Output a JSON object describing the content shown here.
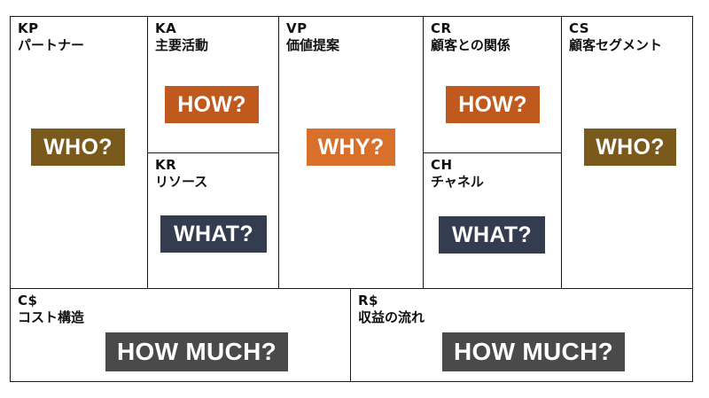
{
  "blocks": {
    "kp": {
      "code": "KP",
      "name": "パートナー",
      "tag": "WHO?"
    },
    "ka": {
      "code": "KA",
      "name": "主要活動",
      "tag": "HOW?"
    },
    "kr": {
      "code": "KR",
      "name": "リソース",
      "tag": "WHAT?"
    },
    "vp": {
      "code": "VP",
      "name": "価値提案",
      "tag": "WHY?"
    },
    "cr": {
      "code": "CR",
      "name": "顧客との関係",
      "tag": "HOW?"
    },
    "ch": {
      "code": "CH",
      "name": "チャネル",
      "tag": "WHAT?"
    },
    "cs": {
      "code": "CS",
      "name": "顧客セグメント",
      "tag": "WHO?"
    },
    "cost": {
      "code": "C$",
      "name": "コスト構造",
      "tag": "HOW MUCH?"
    },
    "revenue": {
      "code": "R$",
      "name": "収益の流れ",
      "tag": "HOW MUCH?"
    }
  },
  "colors": {
    "olive": "#7a5a1c",
    "rust": "#c0591e",
    "orange": "#d8702c",
    "navy": "#343d50",
    "gray": "#4a4a4a"
  }
}
